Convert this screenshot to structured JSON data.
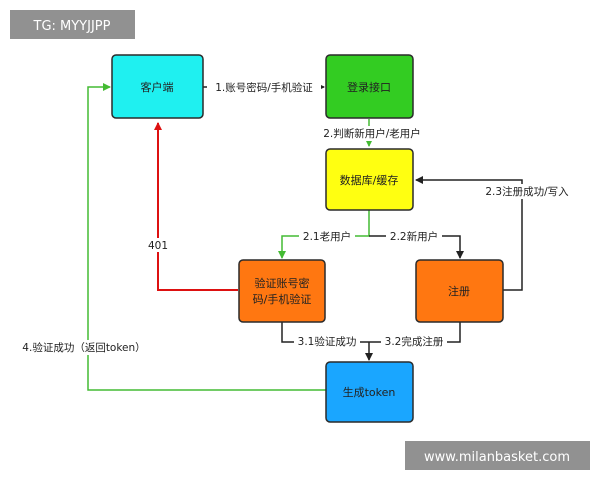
{
  "watermark_top": "TG: MYYJJPP",
  "watermark_bottom": "www.milanbasket.com",
  "colors": {
    "client": "#1ff0f0",
    "login": "#33cc22",
    "database": "#ffff11",
    "verify": "#ff7711",
    "register": "#ff7711",
    "token": "#1aa6ff",
    "arrow_black": "#222222",
    "arrow_green": "#44bb33",
    "arrow_red": "#dd1111",
    "watermark_bg": "#888888"
  },
  "nodes": {
    "client": "客户端",
    "login": "登录接口",
    "database": "数据库/缓存",
    "verify_line1": "验证账号密",
    "verify_line2": "码/手机验证",
    "register": "注册",
    "token": "生成token"
  },
  "edges": {
    "e1": "1.账号密码/手机验证",
    "e2": "2.判断新用户/老用户",
    "e21": "2.1老用户",
    "e22": "2.2新用户",
    "e23": "2.3注册成功/写入",
    "e31": "3.1验证成功",
    "e32": "3.2完成注册",
    "e4": "4.验证成功（返回token）",
    "e401": "401"
  }
}
